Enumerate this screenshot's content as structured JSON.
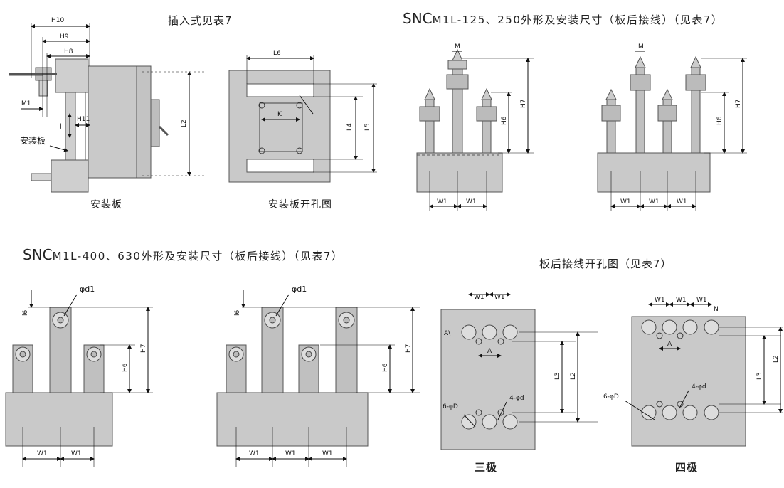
{
  "titles": {
    "plugin": "插入式见表7",
    "rear_small_brand": "SNC",
    "rear_small_rest": "M1L-125、250外形及安装尺寸（板后接线）（见表7）",
    "rear_large_brand": "SNC",
    "rear_large_rest": "M1L-400、630外形及安装尺寸（板后接线）（见表7）",
    "cutout": "板后接线开孔图（见表7）"
  },
  "captions": {
    "mount_plate": "安装板",
    "mount_plate_cutout": "安装板开孔图",
    "three_pole": "三极",
    "four_pole": "四极"
  },
  "dims": {
    "H10": "H10",
    "H9": "H9",
    "H8": "H8",
    "H11": "H11",
    "M1": "M1",
    "J": "J",
    "plate_label": "安装板",
    "L2": "L2",
    "L6": "L6",
    "K": "K",
    "L4": "L4",
    "L5": "L5",
    "M": "M",
    "H6": "H6",
    "H7": "H7",
    "W1": "W1",
    "phid1": "φd1",
    "i6": "i6",
    "A": "A",
    "L3": "L3",
    "N": "N",
    "phiD": "6-φD",
    "phid": "4-φd",
    "AJ": "A\\"
  }
}
